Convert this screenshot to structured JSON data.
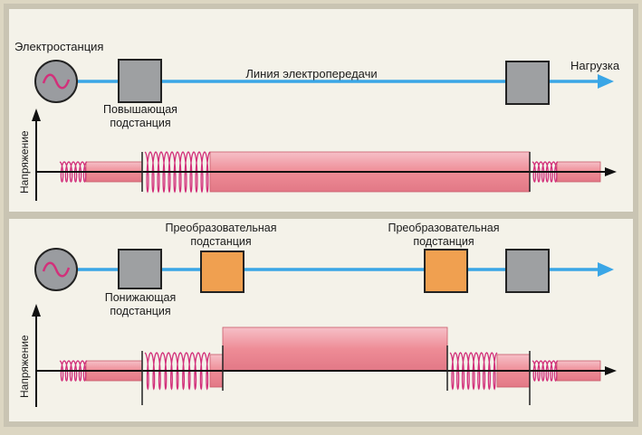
{
  "colors": {
    "background": "#dcd6c2",
    "panel": "#f4f2e9",
    "frame": "#c9c4b3",
    "line": "#3aa6e6",
    "station_fill": "#9a9ca0",
    "substation_fill": "#9ea0a2",
    "converter_fill": "#f0a050",
    "voltage_fill": "#ee8c96",
    "voltage_top": "#f6c0c8",
    "coil": "#d2307a",
    "axis": "#111111",
    "divider": "#222222"
  },
  "top": {
    "power_plant_label": "Электростанция",
    "line_label": "Линия электропередачи",
    "load_label": "Нагрузка",
    "step_up_label_1": "Повышающая",
    "step_up_label_2": "подстанция",
    "axis_label": "Напряжение"
  },
  "bottom": {
    "converter1_label_1": "Преобразовательная",
    "converter1_label_2": "подстанция",
    "converter2_label_1": "Преобразовательная",
    "converter2_label_2": "подстанция",
    "step_down_label_1": "Понижающая",
    "step_down_label_2": "подстанция",
    "axis_label": "Напряжение"
  }
}
